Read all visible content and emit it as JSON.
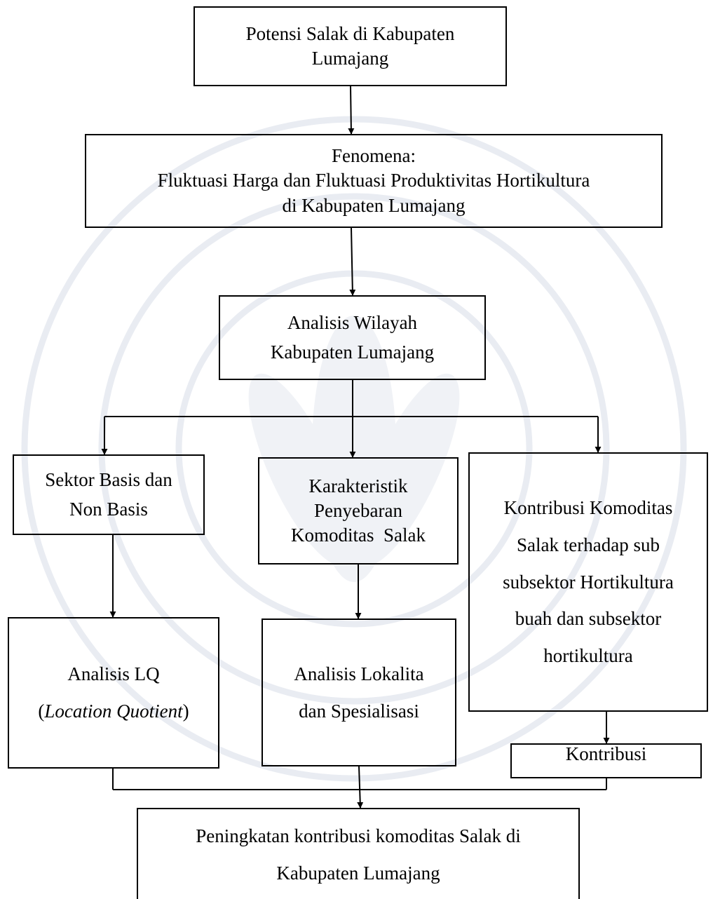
{
  "nodes": {
    "potensi": {
      "lines": [
        "Potensi Salak di Kabupaten",
        "Lumajang"
      ]
    },
    "fenomena": {
      "lines": [
        "Fenomena:",
        "Fluktuasi Harga dan Fluktuasi Produktivitas Hortikultura",
        "di Kabupaten Lumajang"
      ]
    },
    "analisis_wilayah": {
      "lines": [
        "Analisis Wilayah",
        "Kabupaten Lumajang"
      ]
    },
    "sektor_basis": {
      "lines": [
        "Sektor Basis dan",
        "Non Basis"
      ]
    },
    "karakteristik": {
      "lines": [
        "Karakteristik",
        "Penyebaran",
        "Komoditas  Salak"
      ]
    },
    "kontribusi_komoditas": {
      "lines": [
        "Kontribusi Komoditas",
        "Salak terhadap sub",
        "subsektor Hortikultura",
        "buah dan subsektor",
        "hortikultura"
      ]
    },
    "analisis_lq": {
      "line1": "Analisis LQ",
      "line2_open": "(",
      "line2_italic": "Location Quotient",
      "line2_close": ")"
    },
    "analisis_lokalita": {
      "lines": [
        "Analisis Lokalita",
        "dan Spesialisasi"
      ]
    },
    "kontribusi": {
      "lines": [
        "Kontribusi"
      ]
    },
    "peningkatan": {
      "lines": [
        "Peningkatan kontribusi komoditas Salak di",
        "Kabupaten Lumajang"
      ]
    }
  },
  "edges": [
    {
      "from": "potensi",
      "to": "fenomena"
    },
    {
      "from": "fenomena",
      "to": "analisis_wilayah"
    },
    {
      "from": "analisis_wilayah",
      "to": "sektor_basis"
    },
    {
      "from": "analisis_wilayah",
      "to": "karakteristik"
    },
    {
      "from": "analisis_wilayah",
      "to": "kontribusi_komoditas"
    },
    {
      "from": "sektor_basis",
      "to": "analisis_lq"
    },
    {
      "from": "karakteristik",
      "to": "analisis_lokalita"
    },
    {
      "from": "kontribusi_komoditas",
      "to": "kontribusi"
    },
    {
      "from": "analisis_lq",
      "to": "peningkatan"
    },
    {
      "from": "analisis_lokalita",
      "to": "peningkatan"
    },
    {
      "from": "kontribusi",
      "to": "peningkatan"
    }
  ]
}
